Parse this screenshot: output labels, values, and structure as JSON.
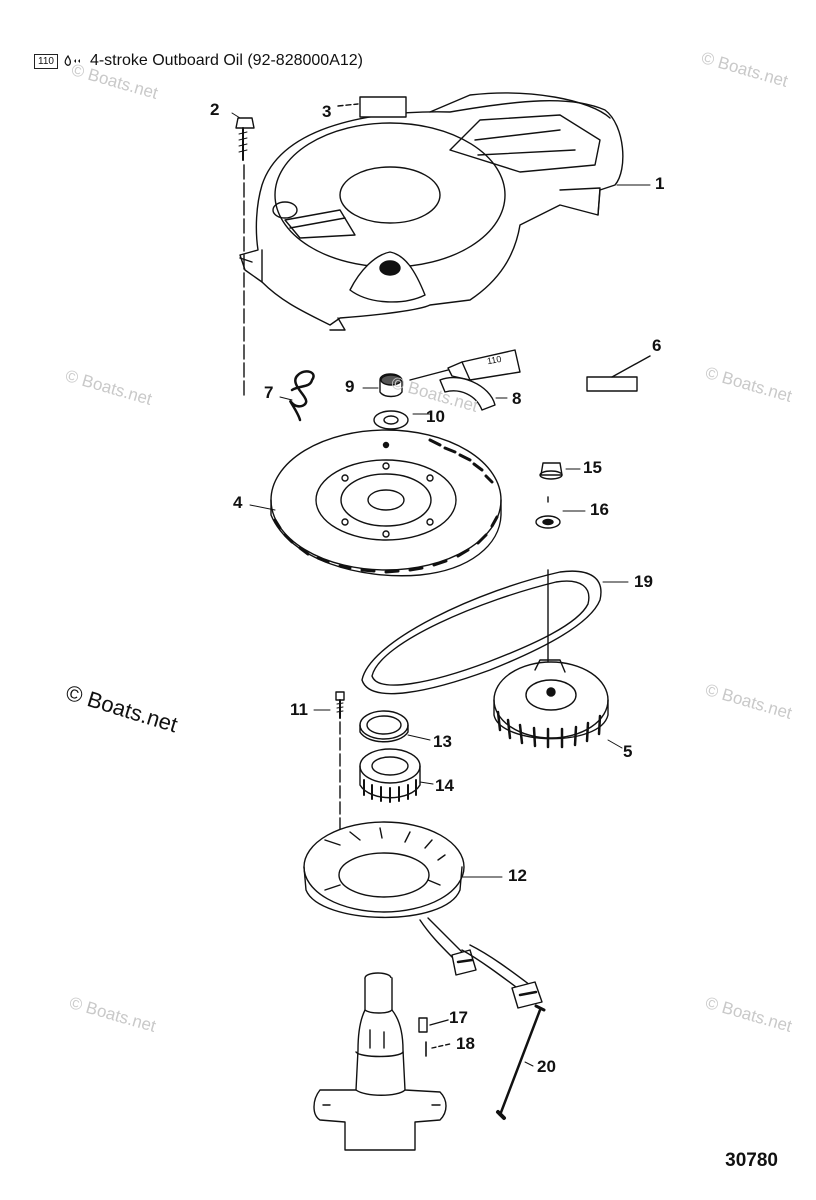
{
  "header": {
    "oil_code": "110",
    "oil_text": "4-stroke Outboard Oil (92-828000A12)"
  },
  "figure_number": "30780",
  "watermark": "© Boats.net",
  "labels": {
    "l1": "1",
    "l2": "2",
    "l3": "3",
    "l4": "4",
    "l5": "5",
    "l6": "6",
    "l7": "7",
    "l8": "8",
    "l9": "9",
    "l10": "10",
    "l11": "11",
    "l12": "12",
    "l13": "13",
    "l14": "14",
    "l15": "15",
    "l16": "16",
    "l17": "17",
    "l18": "18",
    "l19": "19",
    "l20": "20"
  },
  "tube_label": "110"
}
